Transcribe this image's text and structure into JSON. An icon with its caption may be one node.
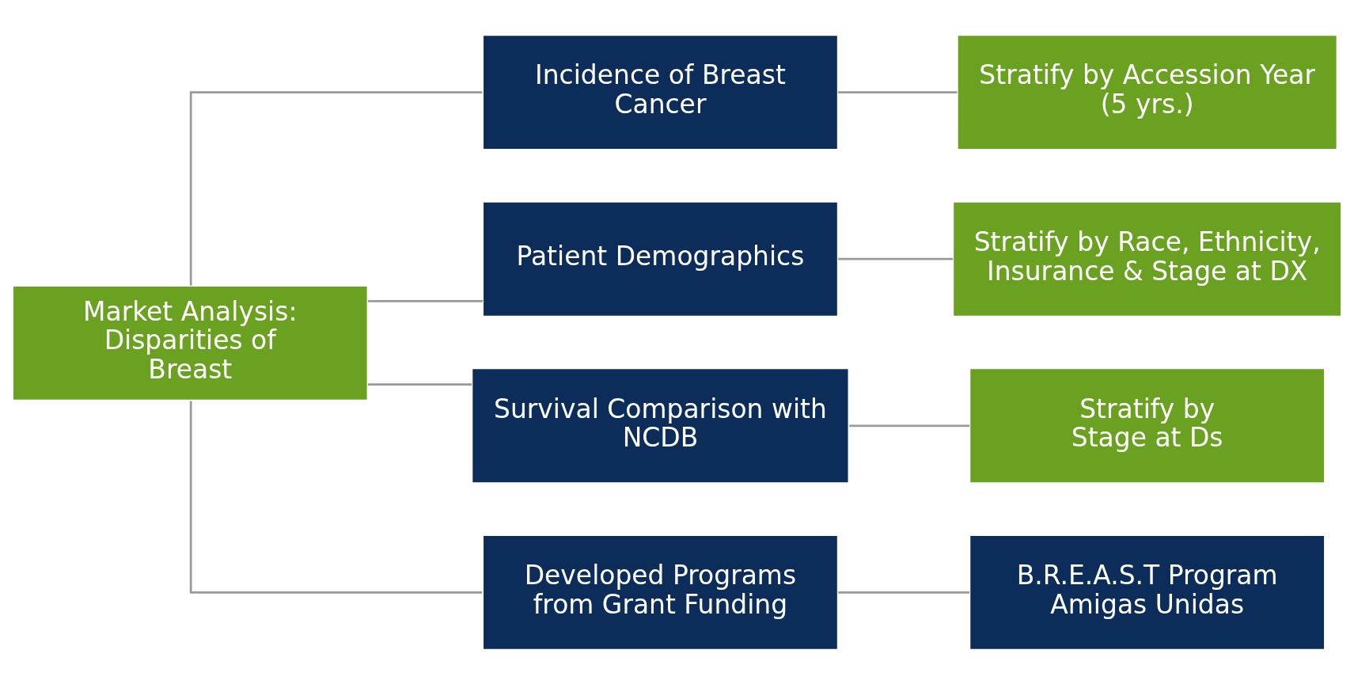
{
  "diagram": {
    "nodes": [
      {
        "text": [
          "Market Analysis: Disparities of Breast"
        ]
      },
      {
        "text": [
          "Incidence of Breast Cancer"
        ]
      },
      {
        "text": [
          "Patient Demographics"
        ]
      },
      {
        "text": [
          "Survival Comparison with NCDB"
        ]
      },
      {
        "text": [
          "Developed Programs from Grant Funding"
        ]
      },
      {
        "text": [
          "Stratify by Accession Year (5 yrs.)"
        ]
      },
      {
        "text": [
          "Stratify by Race, Ethnicity, Insurance & Stage at DX"
        ]
      },
      {
        "text": [
          "Stratify by Stage at Ds"
        ]
      },
      {
        "text": [
          "B.R.E.A.S.T Program Amigas Unidas"
        ]
      }
    ],
    "edges": [
      {
        "from": 0,
        "to": 1,
        "arrow": "none"
      },
      {
        "from": 0,
        "to": 2,
        "arrow": "none"
      },
      {
        "from": 0,
        "to": 3,
        "arrow": "none"
      },
      {
        "from": 0,
        "to": 4,
        "arrow": "none"
      },
      {
        "from": 1,
        "to": 5,
        "arrow": "none"
      },
      {
        "from": 2,
        "to": 6,
        "arrow": "none"
      },
      {
        "from": 3,
        "to": 7,
        "arrow": "none"
      },
      {
        "from": 4,
        "to": 8,
        "arrow": "none"
      }
    ]
  }
}
